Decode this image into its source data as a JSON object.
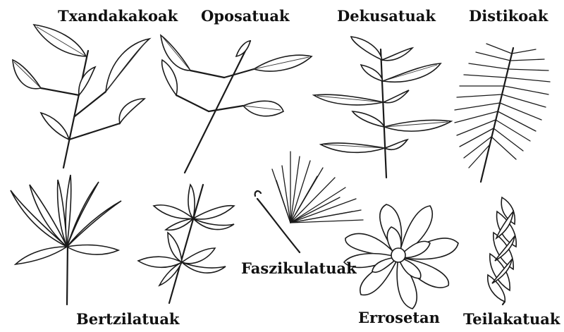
{
  "labels": {
    "alternate": "Txandakakoak",
    "opposite": "Oposatuak",
    "decussate": "Dekusatuak",
    "distichous": "Distikoak",
    "whorled": "Bertzilatuak",
    "fascicled": "Faszikulatuak",
    "rosette": "Errosetan",
    "imbricate": "Teilakatuak"
  }
}
